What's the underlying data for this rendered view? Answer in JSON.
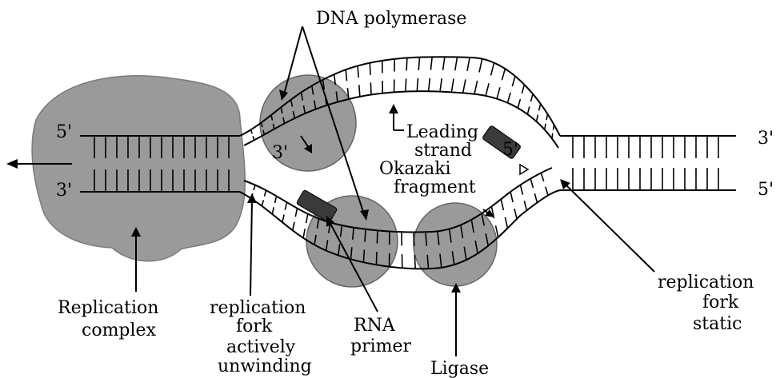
{
  "labels": {
    "dna_polymerase": "DNA  polymerase",
    "end_5_left": "5'",
    "end_3_left": "3'",
    "end_3_inner": "3'",
    "leading_1": "Leading",
    "leading_2": "strand",
    "end_5_inner": "5'",
    "end_3_right": "3'",
    "end_5_right": "5'",
    "okazaki_1": "Okazaki",
    "okazaki_2": "fragment",
    "replication_complex_1": "Replication",
    "replication_complex_2": "complex",
    "unwinding_1": "replication",
    "unwinding_2": "fork",
    "unwinding_3": "actively",
    "unwinding_4": "unwinding",
    "rna_primer_1": "RNA",
    "rna_primer_2": "primer",
    "ligase": "Ligase",
    "static_1": "replication",
    "static_2": "fork",
    "static_3": "static"
  },
  "colors": {
    "enzyme_fill": "#9a9a9a",
    "primer_fill": "#3a3a3a",
    "line": "#000000",
    "background": "#ffffff"
  }
}
